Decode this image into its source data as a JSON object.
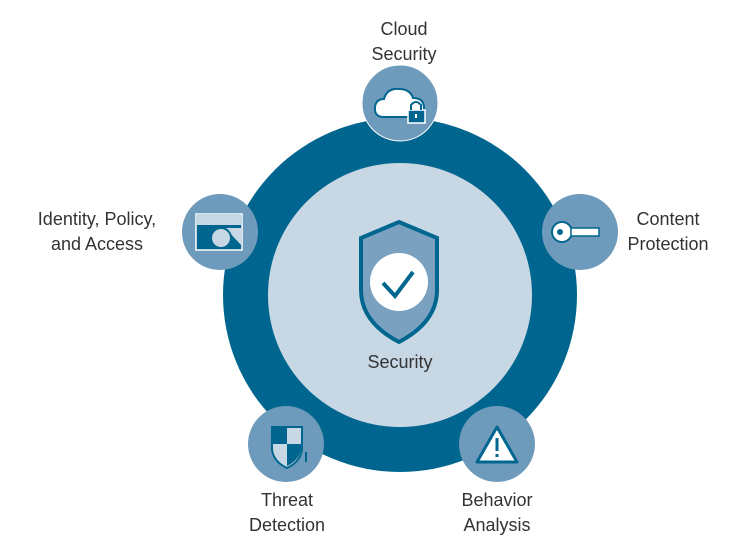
{
  "center": {
    "label": "Security"
  },
  "nodes": [
    {
      "id": "cloud",
      "lines": [
        "Cloud",
        "Security"
      ],
      "icon": "cloud-lock-icon"
    },
    {
      "id": "content",
      "lines": [
        "Content",
        "Protection"
      ],
      "icon": "key-icon"
    },
    {
      "id": "behavior",
      "lines": [
        "Behavior",
        "Analysis"
      ],
      "icon": "warning-triangle-icon"
    },
    {
      "id": "threat",
      "lines": [
        "Threat",
        "Detection"
      ],
      "icon": "shield-alert-icon"
    },
    {
      "id": "identity",
      "lines": [
        "Identity, Policy,",
        "and Access"
      ],
      "icon": "id-card-fingerprint-icon"
    }
  ],
  "colors": {
    "ring": "#01668f",
    "inner": "#c7d7e4",
    "node": "#6e9bbb",
    "text": "#333333"
  }
}
